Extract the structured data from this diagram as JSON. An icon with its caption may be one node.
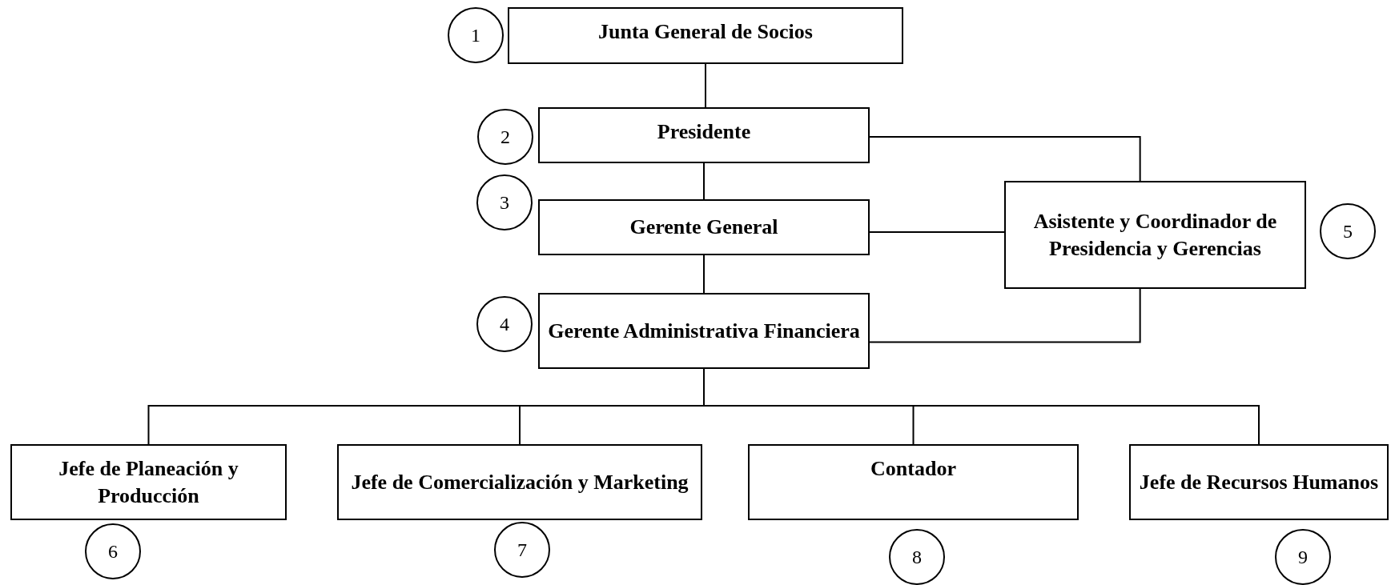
{
  "diagram": {
    "nodes": [
      {
        "text": [
          "Junta General de Socios"
        ]
      },
      {
        "text": [
          "Presidente"
        ]
      },
      {
        "text": [
          "Gerente General"
        ]
      },
      {
        "text": [
          "Gerente Administrativa Financiera"
        ]
      },
      {
        "text": [
          "Asistente y Coordinador de Presidencia y Gerencias"
        ]
      },
      {
        "text": [
          "Jefe de Planeación y Producción"
        ]
      },
      {
        "text": [
          "Jefe de Comercialización y Marketing"
        ]
      },
      {
        "text": [
          "Contador"
        ]
      },
      {
        "text": [
          "Jefe de Recursos Humanos"
        ]
      },
      {
        "text": [
          "1"
        ]
      },
      {
        "text": [
          "2"
        ]
      },
      {
        "text": [
          "3"
        ]
      },
      {
        "text": [
          "4"
        ]
      },
      {
        "text": [
          "5"
        ]
      },
      {
        "text": [
          "6"
        ]
      },
      {
        "text": [
          "7"
        ]
      },
      {
        "text": [
          "8"
        ]
      },
      {
        "text": [
          "9"
        ]
      }
    ],
    "edges": [
      {
        "from": 0,
        "to": 1,
        "arrow": "none"
      },
      {
        "from": 1,
        "to": 2,
        "arrow": "none"
      },
      {
        "from": 2,
        "to": 3,
        "arrow": "none"
      },
      {
        "from": 1,
        "to": 4,
        "arrow": "none"
      },
      {
        "from": 2,
        "to": 4,
        "arrow": "none"
      },
      {
        "from": 3,
        "to": 4,
        "arrow": "none"
      },
      {
        "from": 3,
        "to": 5,
        "arrow": "none"
      },
      {
        "from": 3,
        "to": 6,
        "arrow": "none"
      },
      {
        "from": 3,
        "to": 7,
        "arrow": "none"
      },
      {
        "from": 3,
        "to": 8,
        "arrow": "none"
      }
    ]
  }
}
